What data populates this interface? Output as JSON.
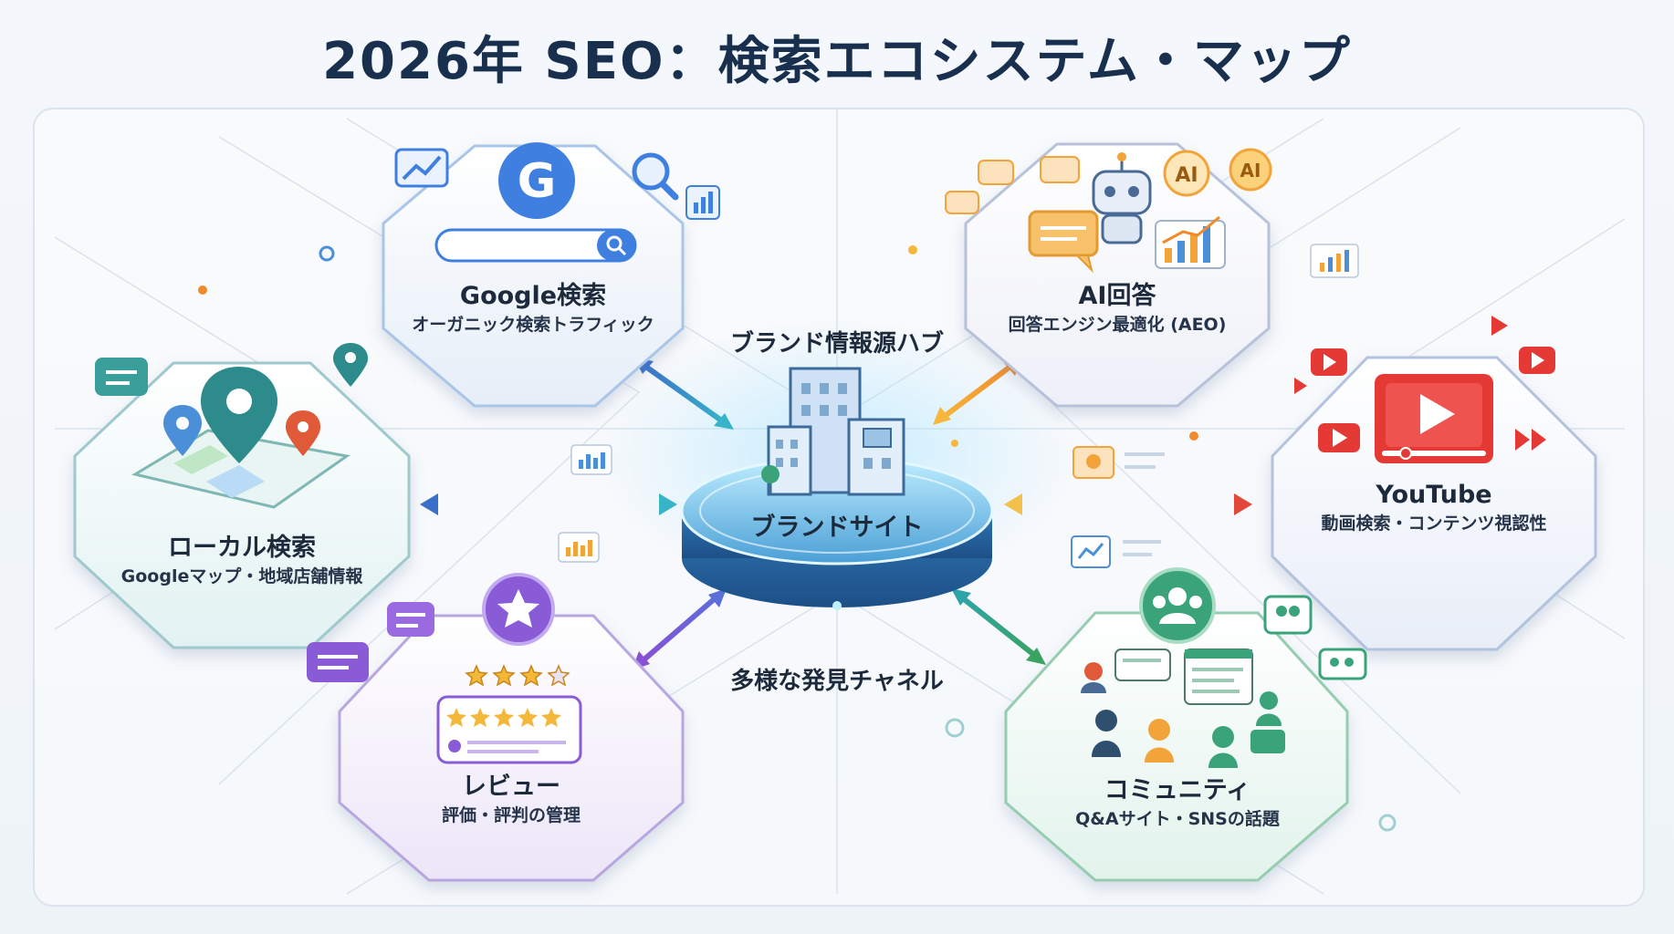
{
  "title": "2026年 SEO：検索エコシステム・マップ",
  "hub": {
    "caption": "ブランド情報源ハブ",
    "label": "ブランドサイト",
    "bottom_caption": "多様な発見チャネル"
  },
  "nodes": {
    "google": {
      "title": "Google検索",
      "subtitle": "オーガニック検索トラフィック",
      "logo_letter": "G"
    },
    "ai": {
      "title": "AI回答",
      "subtitle": "回答エンジン最適化 (AEO)",
      "badge": "AI"
    },
    "local": {
      "title": "ローカル検索",
      "subtitle": "Googleマップ・地域店舗情報"
    },
    "youtube": {
      "title": "YouTube",
      "subtitle": "動画検索・コンテンツ視認性"
    },
    "review": {
      "title": "レビュー",
      "subtitle": "評価・評判の管理"
    },
    "community": {
      "title": "コミュニティ",
      "subtitle": "Q&Aサイト・SNSの話題"
    }
  },
  "colors": {
    "google": "#4a8fd8",
    "ai": "#f2a33a",
    "local": "#2e8b8b",
    "youtube": "#e53935",
    "review": "#8a5bd6",
    "community": "#3aa37a",
    "hub": "#5fb8e8"
  },
  "icons": [
    "google-logo-icon",
    "search-icon",
    "trend-chart-icon",
    "bar-chart-icon",
    "robot-icon",
    "chat-bubble-icon",
    "ai-badge-icon",
    "map-pin-icon",
    "map-icon",
    "youtube-play-icon",
    "star-icon",
    "review-card-icon",
    "community-people-icon",
    "building-icon"
  ]
}
